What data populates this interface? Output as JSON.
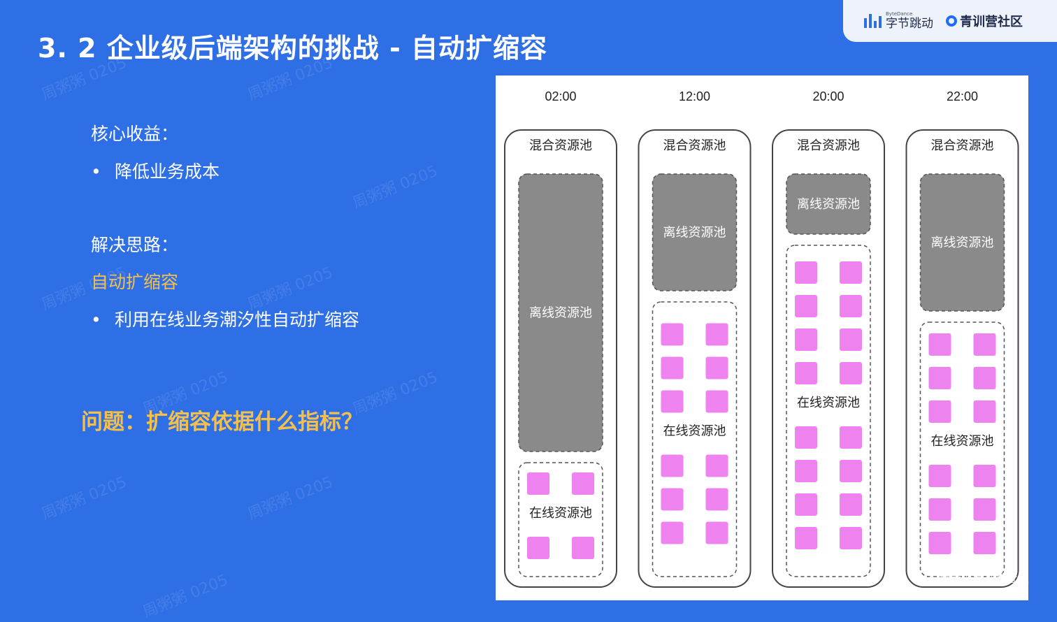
{
  "slide": {
    "title": "3. 2 企业级后端架构的挑战 - 自动扩缩容",
    "benefit_heading": "核心收益：",
    "benefit_item": "降低业务成本",
    "approach_heading": "解决思路：",
    "approach_highlight": "自动扩缩容",
    "approach_item": "利用在线业务潮汐性自动扩缩容",
    "question": "问题：扩缩容依据什么指标？",
    "bullet_symbol": "•",
    "highlight_color": "#f5c04a",
    "background_color": "#2f6fe6"
  },
  "brand": {
    "bytedance_small": "ByteDance",
    "bytedance_cn": "字节跳动",
    "qingxun": "青训营社区"
  },
  "watermark": "周粥粥 0205",
  "credit": "@稀土掘金技术社区",
  "diagram": {
    "columns": [
      {
        "time": "02:00",
        "mixed_label": "混合资源池",
        "offline_label": "离线资源池",
        "online_label": "在线资源池",
        "online_blocks": 4,
        "offline_share": 0.69
      },
      {
        "time": "12:00",
        "mixed_label": "混合资源池",
        "offline_label": "离线资源池",
        "online_label": "在线资源池",
        "online_blocks": 12,
        "offline_share": 0.29
      },
      {
        "time": "20:00",
        "mixed_label": "混合资源池",
        "offline_label": "离线资源池",
        "online_label": "在线资源池",
        "online_blocks": 16,
        "offline_share": 0.15
      },
      {
        "time": "22:00",
        "mixed_label": "混合资源池",
        "offline_label": "离线资源池",
        "online_label": "在线资源池",
        "online_blocks": 12,
        "offline_share": 0.34
      }
    ],
    "colors": {
      "offline": "#8a8a8a",
      "online_block": "#ee82ee",
      "border": "#444444"
    }
  }
}
